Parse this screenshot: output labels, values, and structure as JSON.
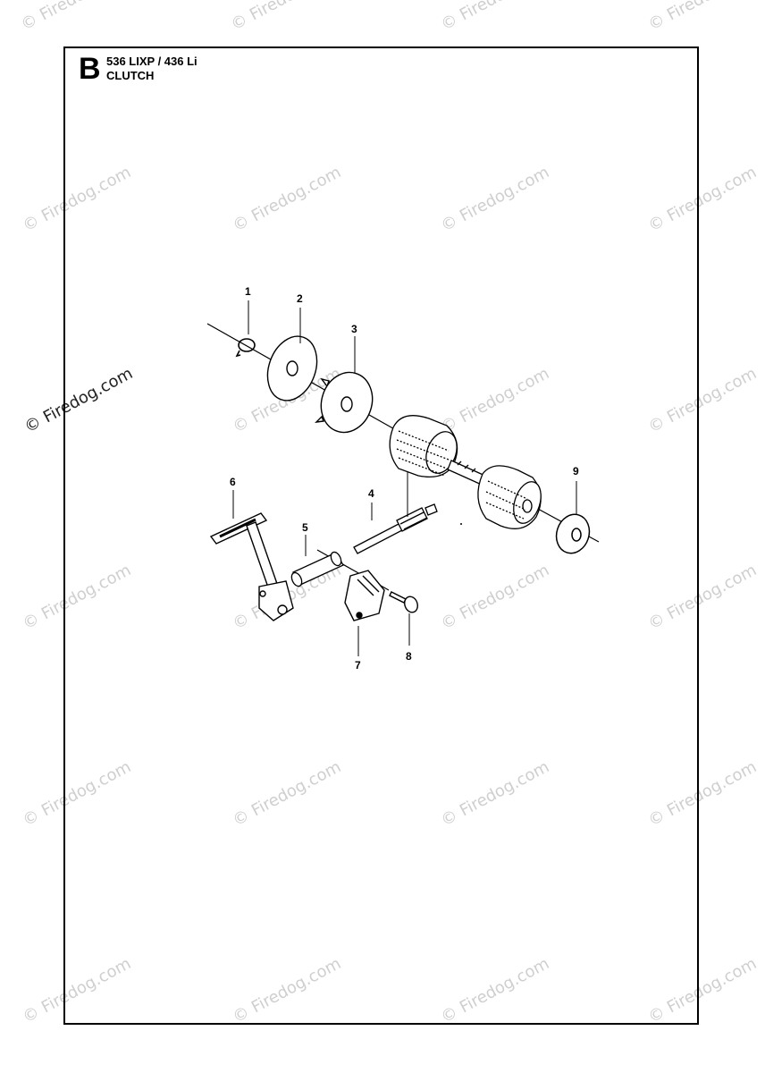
{
  "header": {
    "section_letter": "B",
    "model": "536 LIXP / 436 Li",
    "title": "CLUTCH"
  },
  "watermark_text": "© Firedog.com",
  "callouts": [
    "1",
    "2",
    "3",
    "4",
    "5",
    "6",
    "7",
    "8",
    "9"
  ],
  "colors": {
    "line": "#000000",
    "watermark": "#cfcfcf",
    "part_fill": "#ffffff"
  }
}
